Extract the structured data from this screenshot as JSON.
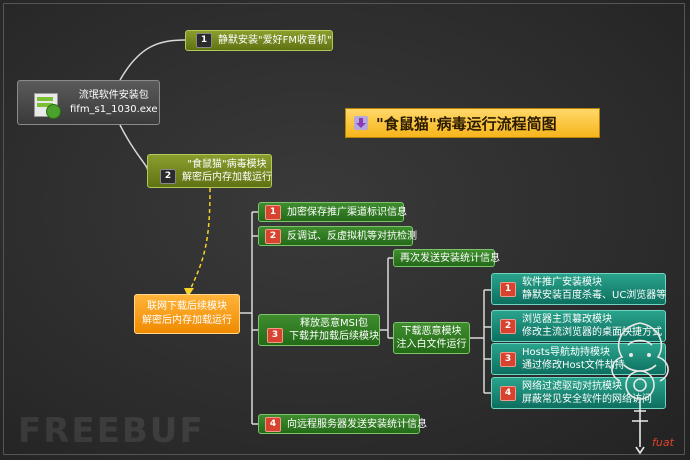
{
  "title": "\"食鼠猫\"病毒运行流程简图",
  "source": {
    "line1": "流氓软件安装包",
    "line2": "fifm_s1_1030.exe"
  },
  "step1": {
    "badge": "1",
    "label": "静默安装\"爱好FM收音机\""
  },
  "step2": {
    "badge": "2",
    "line1": "\"食鼠猫\"病毒模块",
    "line2": "解密后内存加载运行"
  },
  "loader": {
    "line1": "联网下载后续模块",
    "line2": "解密后内存加载运行"
  },
  "branches": [
    {
      "badge": "1",
      "label": "加密保存推广渠道标识信息"
    },
    {
      "badge": "2",
      "label": "反调试、反虚拟机等对抗检测"
    },
    {
      "badge": "3",
      "line1": "释放恶意MSI包",
      "line2": "下载并加载后续模块"
    },
    {
      "badge": "4",
      "label": "向远程服务器发送安装统计信息"
    }
  ],
  "msi": {
    "stats": "再次发送安装统计信息",
    "download": {
      "line1": "下载恶意模块",
      "line2": "注入白文件运行"
    },
    "modules": [
      {
        "badge": "1",
        "line1": "软件推广安装模块",
        "line2": "静默安装百度杀毒、UC浏览器等"
      },
      {
        "badge": "2",
        "line1": "浏览器主页篡改模块",
        "line2": "修改主流浏览器的桌面快捷方式"
      },
      {
        "badge": "3",
        "line1": "Hosts导航劫持模块",
        "line2": "通过修改Host文件劫持"
      },
      {
        "badge": "4",
        "line1": "网络过滤驱动对抗模块",
        "line2": "屏蔽常见安全软件的网络访问"
      }
    ]
  },
  "watermark": "FREEBUF",
  "signature": "fuat",
  "colors": {
    "olive": "#6f8420",
    "teal": "#15806d",
    "orange": "#f39a12",
    "title_bg": "#fbc532",
    "red_badge": "#d8432f"
  },
  "icons": [
    "package-icon",
    "down-arrow-icon",
    "dragon-logo-icon"
  ]
}
